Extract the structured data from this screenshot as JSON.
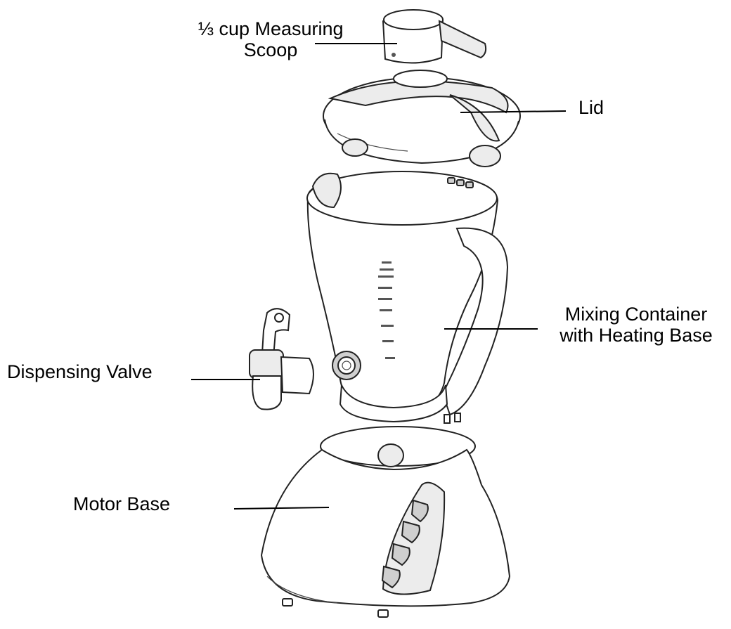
{
  "diagram": {
    "labels": {
      "scoop_line1": "⅓ cup Measuring",
      "scoop_line2": "Scoop",
      "lid": "Lid",
      "mixing_line1": "Mixing Container",
      "mixing_line2": "with Heating Base",
      "valve": "Dispensing Valve",
      "motor": "Motor Base"
    },
    "parts": [
      {
        "name": "measuring-scoop"
      },
      {
        "name": "lid"
      },
      {
        "name": "mixing-container"
      },
      {
        "name": "dispensing-valve"
      },
      {
        "name": "motor-base"
      }
    ]
  }
}
